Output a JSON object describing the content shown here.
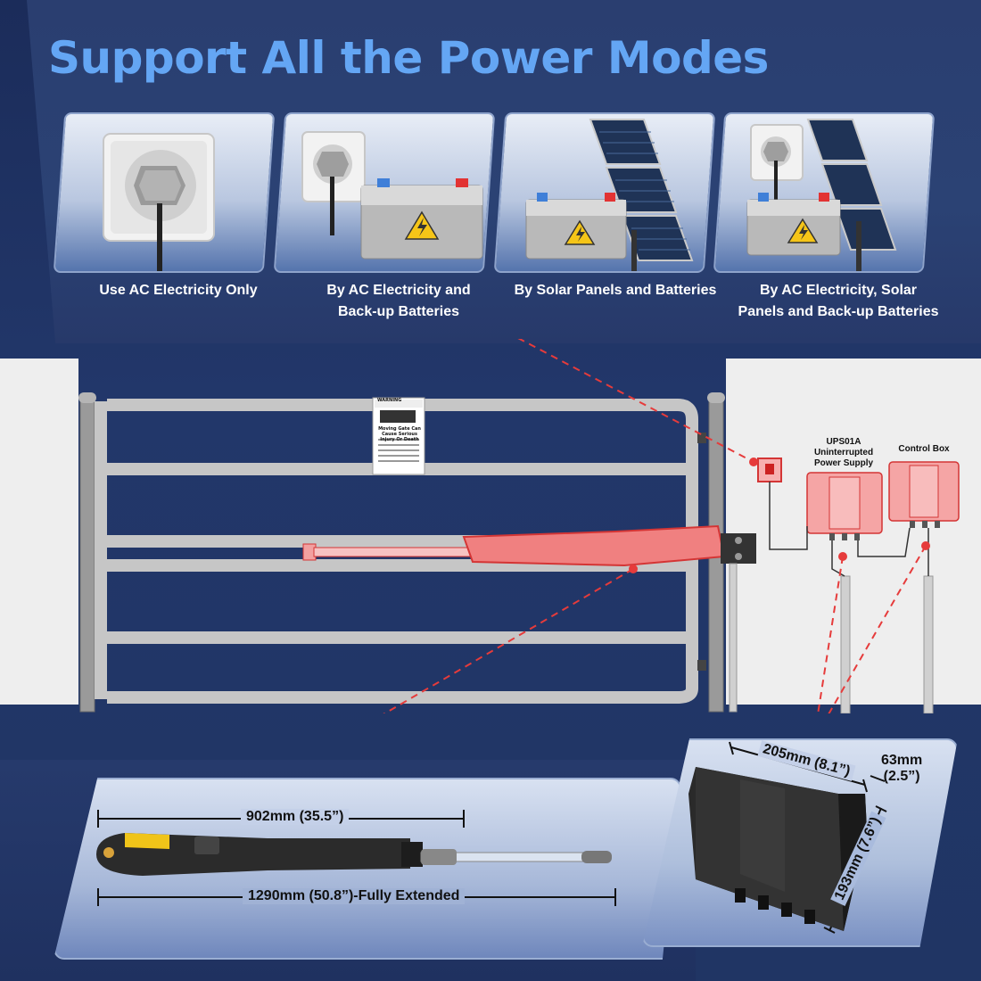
{
  "header": {
    "title": "Support All the Power Modes"
  },
  "modes": [
    {
      "label_line1": "Use AC Electricity Only",
      "label_line2": ""
    },
    {
      "label_line1": "By AC Electricity and",
      "label_line2": "Back-up Batteries"
    },
    {
      "label_line1": "By Solar Panels and Batteries",
      "label_line2": ""
    },
    {
      "label_line1": "By AC Electricity, Solar",
      "label_line2": "Panels and Back-up Batteries"
    }
  ],
  "gate_sign": {
    "heading": "WARNING",
    "subheading": "Moving Gate Can Cause Serious Injury Or Death"
  },
  "ups": {
    "line1": "UPS01A",
    "line2": "Uninterrupted",
    "line3": "Power Supply"
  },
  "control_box": {
    "label": "Control Box"
  },
  "opener_specs": {
    "retracted": "902mm (35.5”)",
    "extended": "1290mm (50.8”)-Fully Extended"
  },
  "box_specs": {
    "width": "205mm (8.1”)",
    "depth_line1": "63mm",
    "depth_line2": "(2.5”)",
    "height": "193mm (7.6”)"
  },
  "colors": {
    "title": "#64a6f4",
    "highlight_red": "#e63b3b",
    "panel_dark": "#1b2c5a"
  }
}
